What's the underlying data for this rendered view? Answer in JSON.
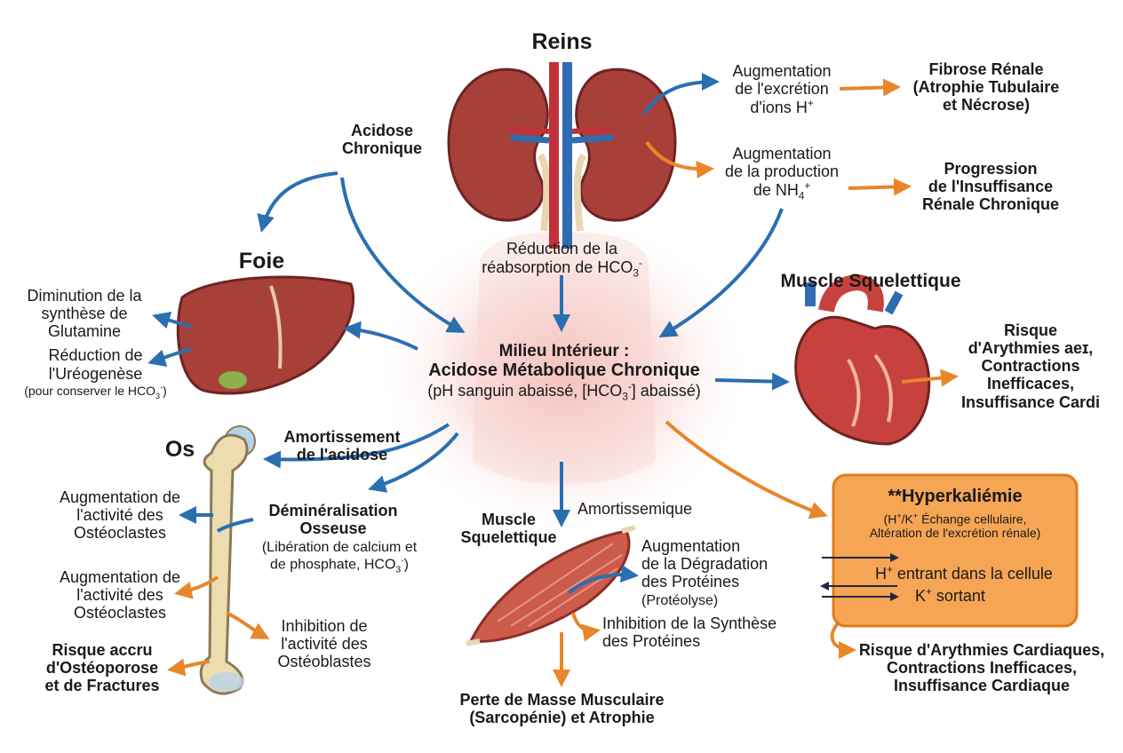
{
  "colors": {
    "arrow_blue": "#2a6fb0",
    "arrow_orange": "#e8862a",
    "box_fill": "#f6a555",
    "box_border": "#e07b1a",
    "glow": "#f28b8b"
  },
  "kidneys": {
    "title": "Reins",
    "effect1": [
      "Augmentation",
      "de l'excrétion",
      "d'ions H",
      "+"
    ],
    "effect2": [
      "Augmentation",
      "de la production",
      "de NH",
      "4",
      "+"
    ],
    "outcome1": [
      "Fibrose Rénale",
      "(Atrophie Tubulaire",
      "et Nécrose)"
    ],
    "outcome2": [
      "Progression",
      "de l'Insuffisance",
      "Rénale Chronique"
    ],
    "reabsorption": [
      "Réduction de la",
      "réabsorption de HCO",
      "3",
      "-"
    ]
  },
  "acidose": {
    "label": [
      "Acidose",
      "Chronique"
    ]
  },
  "liver": {
    "title": "Foie",
    "effect1": [
      "Diminution de la",
      "synthèse de",
      "Glutamine"
    ],
    "effect2": [
      "Réduction de",
      "l'Uréogenèse",
      "(pour conserver le HCO",
      "3",
      "-",
      ")"
    ]
  },
  "center": {
    "title1": "Milieu Intérieur :",
    "title2": "Acidose Métabolique Chronique",
    "sub": [
      "(pH sanguin abaissé, [HCO",
      "3",
      "-",
      "] abaissé)"
    ]
  },
  "heart": {
    "title": "Muscle Squelettique",
    "risk": [
      "Risque",
      "d'Arythmies aeɪ,",
      "Contractions",
      "Inefficaces,",
      "Insuffisance Cardi"
    ]
  },
  "bone": {
    "title": "Os",
    "buffer": [
      "Amortissement",
      "de l'acidose"
    ],
    "demin": [
      "Déminéralisation",
      "Osseuse"
    ],
    "demin_detail": [
      "(Libération de calcium et",
      "de phosphate, HCO",
      "3",
      "-",
      ")"
    ],
    "effect1": [
      "Augmentation de",
      "l'activité des",
      "Ostéoclastes"
    ],
    "effect2": [
      "Augmentation de",
      "l'activité des",
      "Ostéoclastes"
    ],
    "effect3": [
      "Inhibition de",
      "l'activité des",
      "Ostéoblastes"
    ],
    "risk": [
      "Risque accru",
      "d'Ostéoporose",
      "et de Fractures"
    ]
  },
  "muscle": {
    "title": [
      "Muscle",
      "Squelettique"
    ],
    "buffer": "Amortissemique",
    "effect1": [
      "Augmentation",
      "de la Dégradation",
      "des Protéines",
      "(Protéolyse)"
    ],
    "effect2": [
      "Inhibition de la Synthèse",
      "des Protéines"
    ],
    "outcome": [
      "Perte de Masse Musculaire",
      "(Sarcopénie) et Atrophie"
    ]
  },
  "hyperkalemia": {
    "title": "**Hyperkaliémie",
    "sub": [
      "(H",
      "+",
      "/K",
      "+",
      " Échange cellulaire,",
      "Altération de l'excrétion rénale)"
    ],
    "h_in": [
      "H",
      "+",
      " entrant dans la cellule"
    ],
    "k_out": [
      "K",
      "+",
      " sortant"
    ],
    "risk": [
      "Risque d'Arythmies Cardiaques,",
      "Contractions Inefficaces,",
      "Insuffisance Cardiaque"
    ]
  }
}
